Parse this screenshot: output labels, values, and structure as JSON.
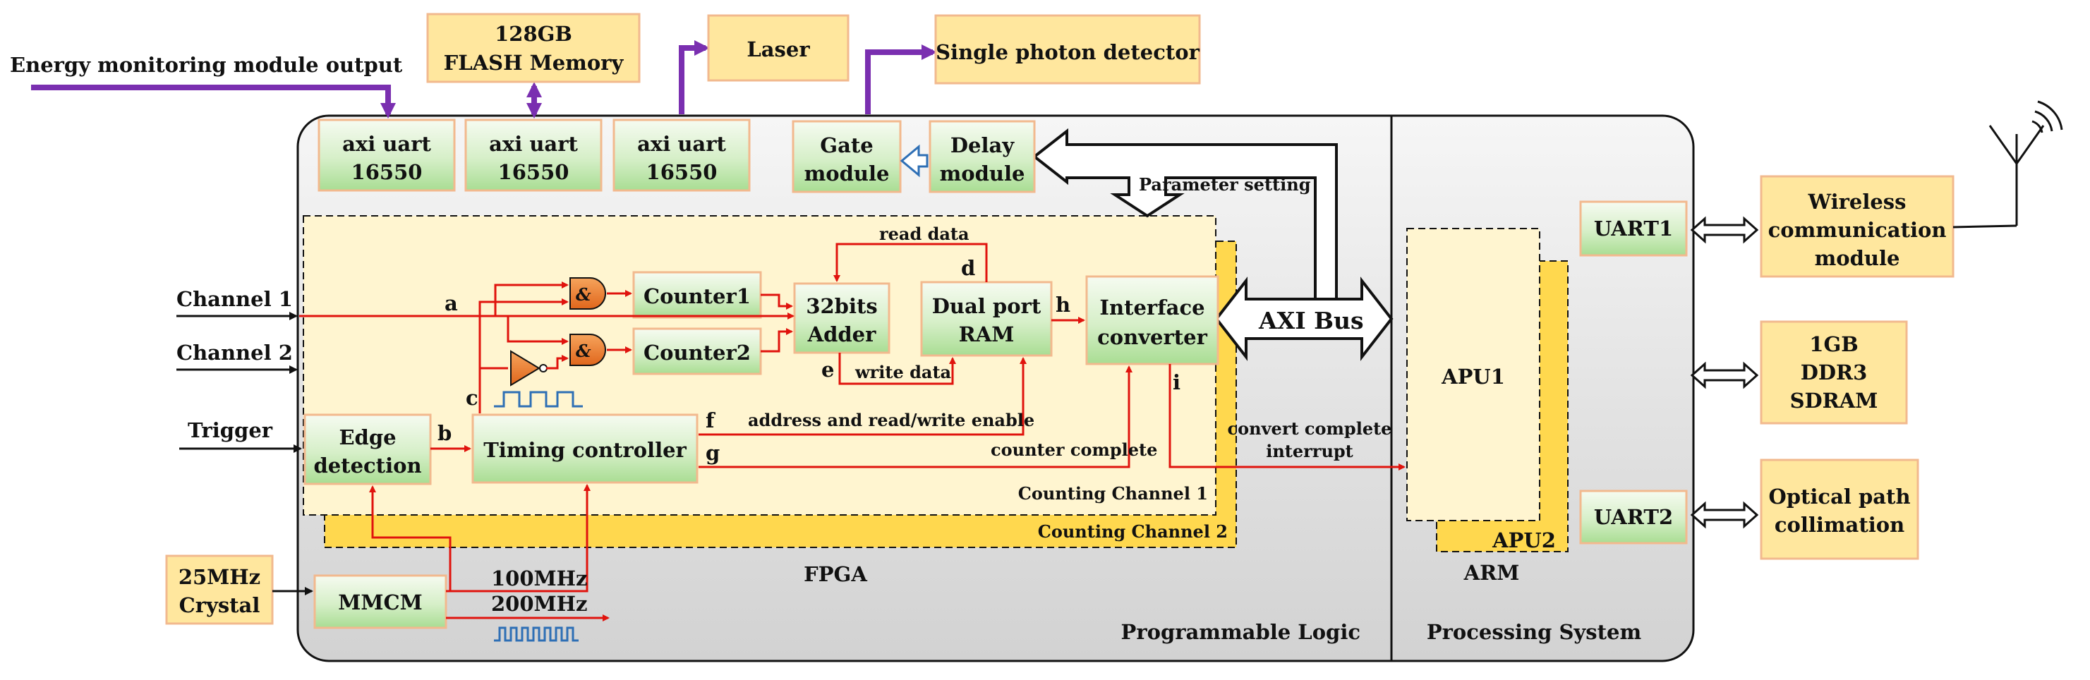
{
  "external": {
    "energy_output": "Energy monitoring module output",
    "flash_line1": "128GB",
    "flash_line2": "FLASH Memory",
    "laser": "Laser",
    "spd": "Single photon detector",
    "wireless_line1": "Wireless",
    "wireless_line2": "communication",
    "wireless_line3": "module",
    "ddr_line1": "1GB",
    "ddr_line2": "DDR3",
    "ddr_line3": "SDRAM",
    "optical_line1": "Optical path",
    "optical_line2": "collimation",
    "crystal_line1": "25MHz",
    "crystal_line2": "Crystal"
  },
  "inputs": {
    "channel1": "Channel 1",
    "channel2": "Channel 2",
    "trigger": "Trigger"
  },
  "pl": {
    "uart_line1": "axi uart",
    "uart_line2": "16550",
    "gate_line1": "Gate",
    "gate_line2": "module",
    "delay_line1": "Delay",
    "delay_line2": "module",
    "param_setting": "Parameter setting",
    "axi_bus": "AXI Bus",
    "counter1": "Counter1",
    "counter2": "Counter2",
    "adder_line1": "32bits",
    "adder_line2": "Adder",
    "ram_line1": "Dual port",
    "ram_line2": "RAM",
    "iface_line1": "Interface",
    "iface_line2": "converter",
    "edge_line1": "Edge",
    "edge_line2": "detection",
    "timing": "Timing controller",
    "mmcm": "MMCM",
    "freq100": "100MHz",
    "freq200": "200MHz",
    "read_data": "read data",
    "write_data": "write data",
    "addr_rw": "address and read/write enable",
    "counter_complete": "counter complete",
    "convert_line1": "convert complete",
    "convert_line2": "interrupt",
    "counting1": "Counting Channel 1",
    "counting2": "Counting Channel 2",
    "fpga": "FPGA",
    "region_name": "Programmable Logic",
    "and_symbol": "&",
    "letters": {
      "a": "a",
      "b": "b",
      "c": "c",
      "d": "d",
      "e": "e",
      "f": "f",
      "g": "g",
      "h": "h",
      "i": "i"
    }
  },
  "ps": {
    "apu1": "APU1",
    "apu2": "APU2",
    "arm": "ARM",
    "uart1": "UART1",
    "uart2": "UART2",
    "region_name": "Processing System"
  },
  "colors": {
    "signal": "#e0130d",
    "link": "#7a2fb0",
    "box_yellow": "#ffe79e",
    "counting_fill": "#fff5d0",
    "counting_back": "#ffd84e",
    "gate": "#ea7a2c"
  }
}
